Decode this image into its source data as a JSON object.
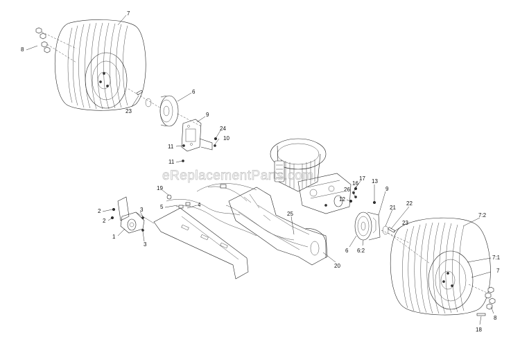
{
  "diagram": {
    "watermark": "eReplacementParts.com",
    "callouts": [
      {
        "id": "c-7-top",
        "text": "7"
      },
      {
        "id": "c-8-top",
        "text": "8"
      },
      {
        "id": "c-6-top",
        "text": "6"
      },
      {
        "id": "c-23-top",
        "text": "23"
      },
      {
        "id": "c-9-top",
        "text": "9"
      },
      {
        "id": "c-24",
        "text": "24"
      },
      {
        "id": "c-10",
        "text": "10"
      },
      {
        "id": "c-11-a",
        "text": "11"
      },
      {
        "id": "c-11-b",
        "text": "11"
      },
      {
        "id": "c-19",
        "text": "19"
      },
      {
        "id": "c-5",
        "text": "5"
      },
      {
        "id": "c-4",
        "text": "4"
      },
      {
        "id": "c-2-a",
        "text": "2"
      },
      {
        "id": "c-2-b",
        "text": "2"
      },
      {
        "id": "c-3-a",
        "text": "3"
      },
      {
        "id": "c-3-b",
        "text": "3"
      },
      {
        "id": "c-1",
        "text": "1"
      },
      {
        "id": "c-25",
        "text": "25"
      },
      {
        "id": "c-20",
        "text": "20"
      },
      {
        "id": "c-17",
        "text": "17"
      },
      {
        "id": "c-16",
        "text": "16"
      },
      {
        "id": "c-26",
        "text": "26"
      },
      {
        "id": "c-12",
        "text": "12"
      },
      {
        "id": "c-13",
        "text": "13"
      },
      {
        "id": "c-9-bottom",
        "text": "9"
      },
      {
        "id": "c-21",
        "text": "21"
      },
      {
        "id": "c-22",
        "text": "22"
      },
      {
        "id": "c-23-bottom",
        "text": "23"
      },
      {
        "id": "c-6-bottom",
        "text": "6"
      },
      {
        "id": "c-6-2",
        "text": "6:2"
      },
      {
        "id": "c-7-2",
        "text": "7:2"
      },
      {
        "id": "c-7-1",
        "text": "7:1"
      },
      {
        "id": "c-7-bottom",
        "text": "7"
      },
      {
        "id": "c-8-bottom",
        "text": "8"
      },
      {
        "id": "c-18",
        "text": "18"
      }
    ]
  }
}
